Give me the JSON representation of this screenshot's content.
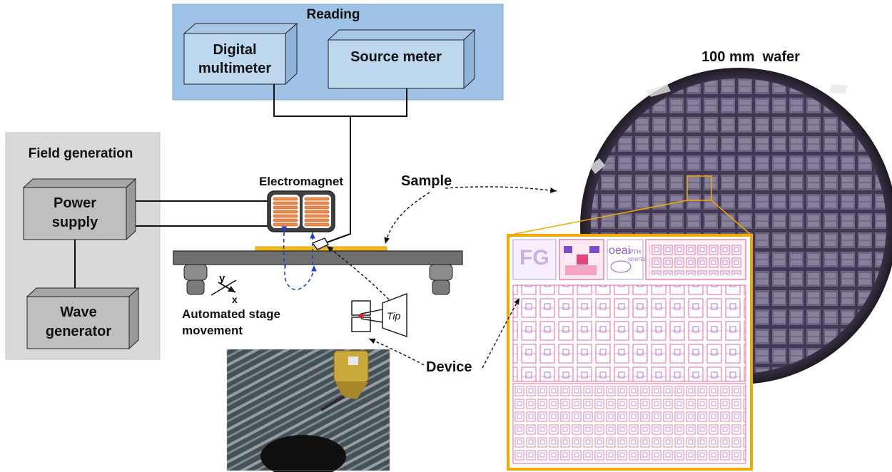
{
  "groups": {
    "reading": "Reading",
    "field_generation": "Field generation"
  },
  "instruments": {
    "digital_multimeter": [
      "Digital",
      "multimeter"
    ],
    "source_meter": "Source meter",
    "power_supply": [
      "Power",
      "supply"
    ],
    "wave_generator": [
      "Wave",
      "generator"
    ]
  },
  "labels": {
    "electromagnet": "Electromagnet",
    "sample": "Sample",
    "device": "Device",
    "tip": "Tip",
    "wafer": "100 mm  wafer",
    "stage": [
      "Automated stage",
      "movement"
    ],
    "axis_x": "x",
    "axis_y": "y"
  },
  "chip_layout": {
    "logo_text": "FG",
    "top_labels": [
      "oeai",
      "PTH",
      "SPINTEC"
    ]
  },
  "colors": {
    "reading_bg": "#9ec3e6",
    "field_bg": "#d9d9d9",
    "box_front_blue": "#bdd7ee",
    "box_front_gray": "#bfbfbf",
    "coil": "#f08a4b",
    "sample": "#f2b81c",
    "stage": "#6f6f6f",
    "field_line": "#1f3fd6",
    "inset_border": "#f2a900",
    "chip_pattern": "#e2457e"
  }
}
